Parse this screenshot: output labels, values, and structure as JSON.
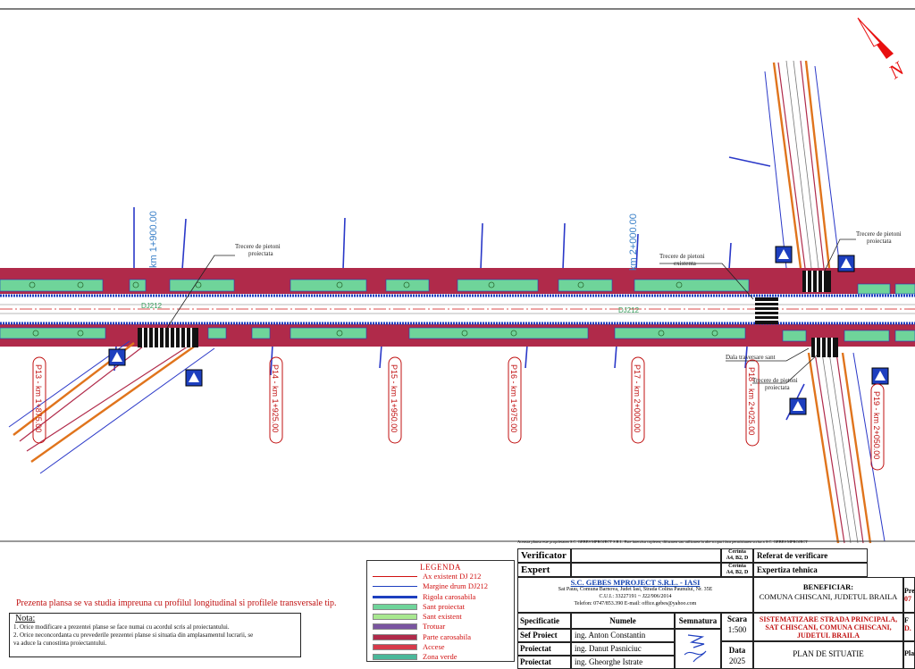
{
  "drawing": {
    "road_label_a": "DJ212",
    "road_label_b": "DJ212",
    "km_labels": [
      "km 1+900.00",
      "km 2+000.00"
    ],
    "profile_labels": [
      "P13 - km 1+875.00",
      "P14 - km 1+925.00",
      "P15 - km 1+950.00",
      "P16 - km 1+975.00",
      "P17 - km 2+000.00",
      "P18 - km 2+025.00",
      "P19 - km 2+050.00"
    ],
    "callouts": {
      "crossing_left": [
        "Trecere de pietoni",
        "proiectata"
      ],
      "crossing_existing": [
        "Trecere de pietoni",
        "existenta"
      ],
      "crossing_right_top": [
        "Trecere de pietoni",
        "proiectata"
      ],
      "crossing_right_bottom": [
        "Trecere de pietoni",
        "proiectata"
      ],
      "slab_note": "Dala traversare sant"
    },
    "north": "N",
    "colors": {
      "road": "#b02a4a",
      "verge": "#6fd49a",
      "blue_line": "#1d3fbf",
      "orange": "#e0741c"
    }
  },
  "note_top": "Prezenta plansa se va studia impreuna cu profilul longitudinal si profilele transversale tip.",
  "nota": {
    "title": "Nota:",
    "lines": [
      "1. Orice modificare a prezentei planse se face numai cu acordul scris al proiectantului.",
      "2. Orice neconcordanta cu prevederile prezentei planse si situatia din amplasamentul lucrarii, se",
      "va aduce la cunostinta proiectantului."
    ]
  },
  "legend": {
    "title": "LEGENDA",
    "items": [
      {
        "label": "Ax existent DJ 212",
        "color": "#d01010",
        "style": "thin"
      },
      {
        "label": "Margine drum DJ212",
        "color": "#1d3fbf",
        "style": "thin"
      },
      {
        "label": "Rigola carosabila",
        "color": "#1d3fbf",
        "style": "thick"
      },
      {
        "label": "Sant proiectat",
        "color": "#6fd49a",
        "style": "fill"
      },
      {
        "label": "Sant existent",
        "color": "#a8e890",
        "style": "fill"
      },
      {
        "label": "Trotuar",
        "color": "#7a55a0",
        "style": "fill"
      },
      {
        "label": "Parte carosabila",
        "color": "#b02a4a",
        "style": "fill"
      },
      {
        "label": "Accese",
        "color": "#d63a4a",
        "style": "fill"
      },
      {
        "label": "Zona verde",
        "color": "#4ab89a",
        "style": "fill"
      }
    ]
  },
  "titleblock": {
    "copyright": "Aceasta plansa este proprietatea S.C. GEBES MPROJECT S.R.L. Este interzisa copierea, difuzarea sau utilizarea in alte scopuri fara permisiunea scrisa a S.C. GEBES MPROJECT",
    "verificator": "Verificator",
    "expert": "Expert",
    "cerinta_label": "Cerinta",
    "cerinta_value": "A4, B2, D",
    "referat": "Referat de verificare",
    "expertiza": "Expertiza tehnica",
    "company": "S.C. GEBES MPROJECT S.R.L. - IASI",
    "address": "Sat Pauu, Comuna Barnova, Judet Iasi, Strada Colina Paunului, Nr. 35E",
    "cui": "C.U.I.: 33227191 ~ J22/906/2014",
    "contact": "Telefon: 0747/853.390      E-mail: office.gebes@yahoo.com",
    "beneficiar_label": "BENEFICIAR:",
    "beneficiar": "COMUNA CHISCANI, JUDETUL BRAILA",
    "headers": {
      "specificatie": "Specificatie",
      "numele": "Numele",
      "semnatura": "Semnatura",
      "scara": "Scara"
    },
    "scale": "1:500",
    "project": [
      "SISTEMATIZARE STRADA PRINCIPALA,",
      "SAT CHISCANI, COMUNA CHISCANI,",
      "JUDETUL BRAILA"
    ],
    "rows": [
      {
        "role": "Sef Proiect",
        "name": "ing. Anton Constantin"
      },
      {
        "role": "Proiectat",
        "name": "ing. Danut Pasniciuc"
      },
      {
        "role": "Proiectat",
        "name": "ing. Gheorghe Istrate"
      }
    ],
    "data_label": "Data",
    "data_value": "2025",
    "plan_title": "PLAN DE SITUATIE",
    "edge": {
      "pr": "Pre",
      "o7": "07",
      "f": "F",
      "d": "D.",
      "pla": "Pla"
    }
  }
}
